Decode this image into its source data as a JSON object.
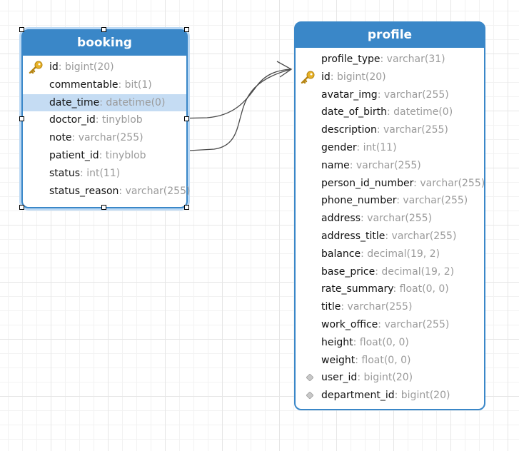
{
  "tables": {
    "booking": {
      "title": "booking",
      "fields": [
        {
          "name": "id",
          "type": "bigint(20)",
          "primary_key": true
        },
        {
          "name": "commentable",
          "type": "bit(1)"
        },
        {
          "name": "date_time",
          "type": "datetime(0)",
          "highlighted": true
        },
        {
          "name": "doctor_id",
          "type": "tinyblob"
        },
        {
          "name": "note",
          "type": "varchar(255)"
        },
        {
          "name": "patient_id",
          "type": "tinyblob"
        },
        {
          "name": "status",
          "type": "int(11)"
        },
        {
          "name": "status_reason",
          "type": "varchar(255)"
        }
      ]
    },
    "profile": {
      "title": "profile",
      "fields": [
        {
          "name": "profile_type",
          "type": "varchar(31)"
        },
        {
          "name": "id",
          "type": "bigint(20)",
          "primary_key": true
        },
        {
          "name": "avatar_img",
          "type": "varchar(255)"
        },
        {
          "name": "date_of_birth",
          "type": "datetime(0)"
        },
        {
          "name": "description",
          "type": "varchar(255)"
        },
        {
          "name": "gender",
          "type": "int(11)"
        },
        {
          "name": "name",
          "type": "varchar(255)"
        },
        {
          "name": "person_id_number",
          "type": "varchar(255)"
        },
        {
          "name": "phone_number",
          "type": "varchar(255)"
        },
        {
          "name": "address",
          "type": "varchar(255)"
        },
        {
          "name": "address_title",
          "type": "varchar(255)"
        },
        {
          "name": "balance",
          "type": "decimal(19, 2)"
        },
        {
          "name": "base_price",
          "type": "decimal(19, 2)"
        },
        {
          "name": "rate_summary",
          "type": "float(0, 0)"
        },
        {
          "name": "title",
          "type": "varchar(255)"
        },
        {
          "name": "work_office",
          "type": "varchar(255)"
        },
        {
          "name": "height",
          "type": "float(0, 0)"
        },
        {
          "name": "weight",
          "type": "float(0, 0)"
        },
        {
          "name": "user_id",
          "type": "bigint(20)",
          "foreign_key": true
        },
        {
          "name": "department_id",
          "type": "bigint(20)",
          "foreign_key": true
        }
      ]
    }
  },
  "relations": [
    {
      "from": "booking.doctor_id",
      "to": "profile.id"
    },
    {
      "from": "booking.patient_id",
      "to": "profile.id"
    }
  ],
  "colors": {
    "header": "#3a87c8",
    "selection_highlight": "#c5dcf3",
    "key_icon": "#e8b227",
    "fk_icon": "#c8c8c8",
    "type_text": "#9a9a9a"
  }
}
